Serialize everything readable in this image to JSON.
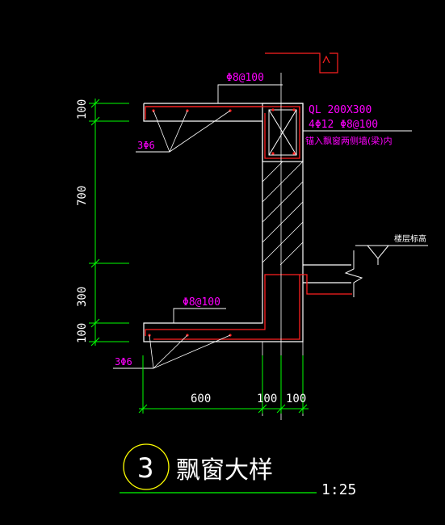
{
  "drawing": {
    "beam_label": "QL 200X300",
    "beam_rebar": "4Φ12  Φ8@100",
    "beam_anchor_note": "锚入飘窗两侧墙(梁)内",
    "top_slab_rebar": "Φ8@100",
    "top_slab_dist": "3Φ6",
    "bottom_slab_rebar": "Φ8@100",
    "bottom_slab_dist": "3Φ6",
    "floor_level": "楼层标高"
  },
  "dimensions": {
    "vertical": [
      "100",
      "700",
      "300",
      "100"
    ],
    "horizontal": [
      "600",
      "100",
      "100"
    ]
  },
  "title": {
    "number": "3",
    "name": "飘窗大样",
    "scale": "1:25"
  },
  "colors": {
    "outline": "#ffffff",
    "rebar": "#ff2020",
    "annotation": "#ff00ff",
    "dimension": "#00ff00",
    "title_circle": "#ffff00"
  }
}
